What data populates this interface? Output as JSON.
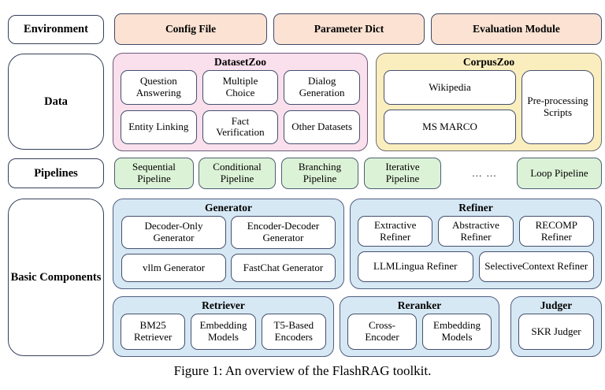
{
  "figure": {
    "caption": "Figure 1: An overview of the FlashRAG toolkit."
  },
  "colors": {
    "peach": "#FBE2D3",
    "pink": "#FAE0EC",
    "yellow": "#FBEEBE",
    "green": "#DCF2D6",
    "blue": "#D6E8F4",
    "border": "#44506E"
  },
  "environment": {
    "label": "Environment",
    "items": [
      "Config File",
      "Parameter Dict",
      "Evaluation Module"
    ]
  },
  "data_row": {
    "label": "Data",
    "dataset_zoo": {
      "title": "DatasetZoo",
      "items": [
        "Question Answering",
        "Multiple Choice",
        "Dialog Generation",
        "Entity Linking",
        "Fact Verification",
        "Other Datasets"
      ]
    },
    "corpus_zoo": {
      "title": "CorpusZoo",
      "items": [
        "Wikipedia",
        "MS MARCO",
        "Pre-processing Scripts"
      ]
    }
  },
  "pipelines": {
    "label": "Pipelines",
    "items": [
      "Sequential Pipeline",
      "Conditional Pipeline",
      "Branching Pipeline",
      "Iterative Pipeline"
    ],
    "ellipsis": "… …",
    "loop": "Loop Pipeline"
  },
  "basic_components": {
    "label": "Basic Components",
    "generator": {
      "title": "Generator",
      "items": [
        "Decoder-Only Generator",
        "Encoder-Decoder Generator",
        "vllm Generator",
        "FastChat Generator"
      ]
    },
    "refiner": {
      "title": "Refiner",
      "items": [
        "Extractive Refiner",
        "Abstractive Refiner",
        "RECOMP Refiner",
        "LLMLingua Refiner",
        "SelectiveContext Refiner"
      ]
    },
    "retriever": {
      "title": "Retriever",
      "items": [
        "BM25 Retriever",
        "Embedding Models",
        "T5-Based Encoders"
      ]
    },
    "reranker": {
      "title": "Reranker",
      "items": [
        "Cross-Encoder",
        "Embedding Models"
      ]
    },
    "judger": {
      "title": "Judger",
      "items": [
        "SKR Judger"
      ]
    }
  }
}
